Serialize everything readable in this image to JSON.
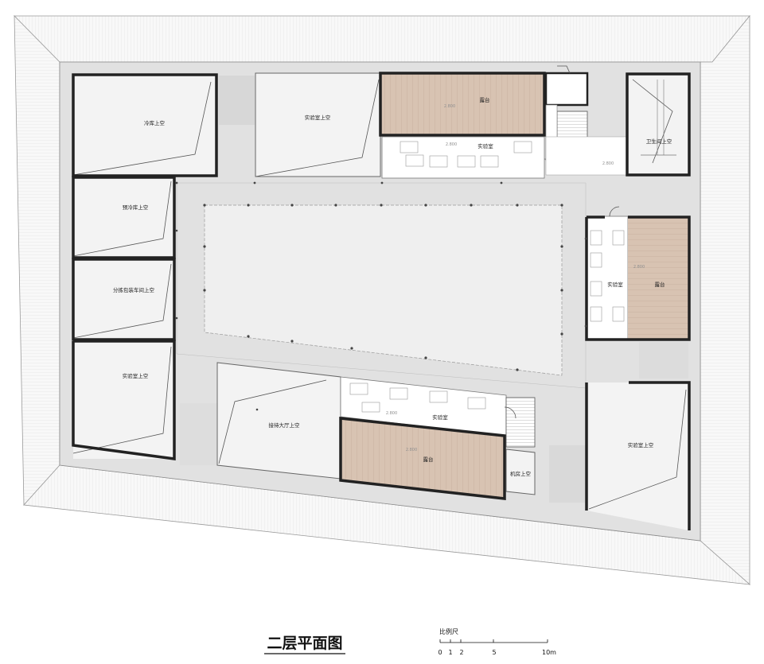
{
  "title": "二层平面图",
  "scale": {
    "label": "比例尺",
    "ticks": [
      "0",
      "1",
      "2",
      "5",
      "10m"
    ]
  },
  "rooms": {
    "cold_storage_void": "冷库上空",
    "precool_void": "预冷库上空",
    "sorting_void": "分拣包装车间上空",
    "lab_void_west": "实验室上空",
    "lab_void_north": "实验室上空",
    "terrace_north": "露台",
    "lab_north": "实验室",
    "toilet_void": "卫生间上空",
    "lab_east": "实验室",
    "terrace_east": "露台",
    "reception_void": "接待大厅上空",
    "lab_south": "实验室",
    "terrace_south": "露台",
    "machine_void": "机房上空",
    "lab_void_se": "实验室上空"
  },
  "elevations": {
    "terrace_north": "2.800",
    "lab_north": "2.800",
    "corridor": "2.800",
    "terrace_east": "2.800",
    "lab_south": "2.800",
    "terrace_south": "2.800"
  },
  "colors": {
    "roof_slope": "#f7f7f7",
    "slab": "#e1e1e1",
    "courtyard": "#efefef",
    "void": "#f1f1f1",
    "terrace_wood": "#d9c4b3",
    "wall": "#222222"
  }
}
